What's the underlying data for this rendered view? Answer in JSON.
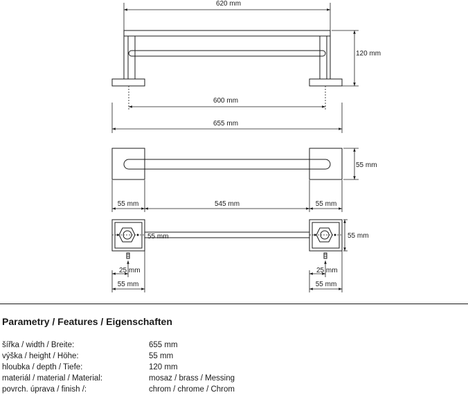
{
  "dimensions": {
    "top_overall": "620 mm",
    "depth": "120 mm",
    "inner": "600 mm",
    "total": "655 mm",
    "front_height": "55 mm",
    "left_mount": "55 mm",
    "center_span": "545 mm",
    "right_mount": "55 mm",
    "base_left_inner": "55 mm",
    "base_right": "55 mm",
    "hole_left": "25 mm",
    "plate_left": "55 mm",
    "hole_right": "25 mm",
    "plate_right": "55 mm"
  },
  "specs": {
    "title": "Parametry / Features / Eigenschaften",
    "rows": [
      {
        "label": "šířka / width / Breite:",
        "value": "655 mm"
      },
      {
        "label": "výška / height / Höhe:",
        "value": "55 mm"
      },
      {
        "label": "hloubka / depth / Tiefe:",
        "value": "120 mm"
      },
      {
        "label": "materiál / material / Material:",
        "value": "mosaz / brass / Messing"
      },
      {
        "label": "povrch. úprava / finish /:",
        "value": "chrom / chrome / Chrom"
      }
    ]
  }
}
